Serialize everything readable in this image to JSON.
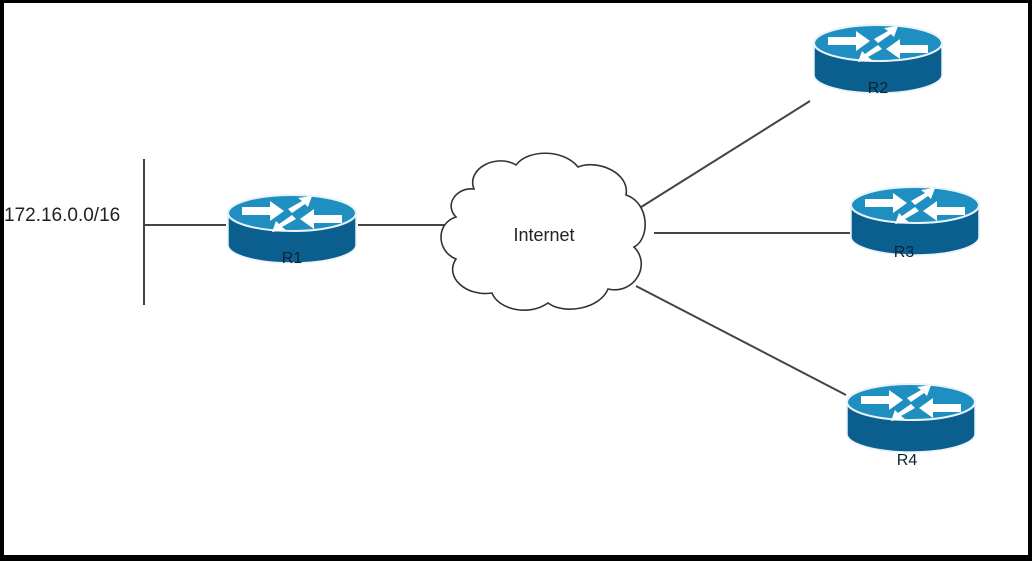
{
  "network": {
    "subnet_label": "172.16.0.0/16",
    "cloud_label": "Internet",
    "routers": [
      {
        "id": "r1",
        "label": "R1"
      },
      {
        "id": "r2",
        "label": "R2"
      },
      {
        "id": "r3",
        "label": "R3"
      },
      {
        "id": "r4",
        "label": "R4"
      }
    ]
  },
  "colors": {
    "router_top": "#1e8fc0",
    "router_side": "#0b5f8f",
    "router_edge": "#e8f2f8",
    "router_arrow": "#ffffff",
    "router_label": "#0a2433",
    "link": "#444444",
    "cloud_fill": "#ffffff",
    "cloud_stroke": "#333333"
  }
}
